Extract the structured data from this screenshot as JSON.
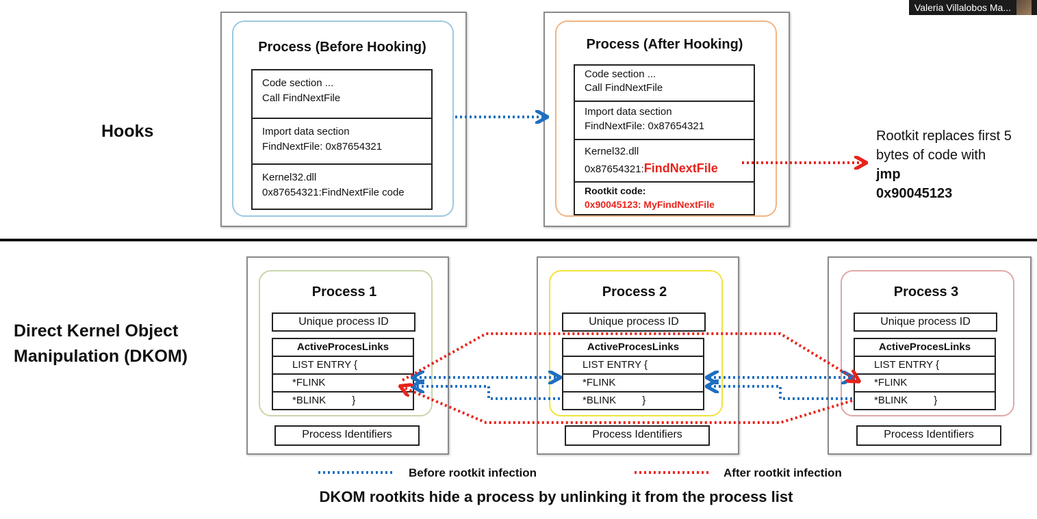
{
  "participant_badge": {
    "name": "Valeria Villalobos Ma..."
  },
  "hooks": {
    "section_label": "Hooks",
    "before": {
      "title": "Process (Before Hooking)",
      "cells": [
        [
          "Code section ...",
          "Call FindNextFile"
        ],
        [
          "Import data section",
          "FindNextFile: 0x87654321"
        ],
        [
          "Kernel32.dll",
          "0x87654321:FindNextFile code"
        ]
      ]
    },
    "after": {
      "title": "Process (After Hooking)",
      "cell1": [
        "Code section ...",
        "Call FindNextFile"
      ],
      "cell2": [
        "Import data section",
        "FindNextFile: 0x87654321"
      ],
      "cell3": {
        "line1": "Kernel32.dll",
        "addr": "0x87654321:",
        "func": "FindNextFile"
      },
      "cell4": {
        "label": "Rootkit code:",
        "value": "0x90045123: MyFindNextFile"
      }
    },
    "note": [
      "Rootkit replaces first 5",
      "bytes of code with",
      "jmp",
      "0x90045123"
    ]
  },
  "dkom": {
    "section_label": [
      "Direct Kernel Object",
      "Manipulation (DKOM)"
    ],
    "unique_id": "Unique process ID",
    "links_header": "ActiveProcesLinks",
    "list_entry": "LIST ENTRY {",
    "flink": "*FLINK",
    "blink": "*BLINK",
    "brace": "}",
    "identifiers": "Process Identifiers",
    "processes": [
      {
        "title": "Process 1"
      },
      {
        "title": "Process 2"
      },
      {
        "title": "Process 3"
      }
    ]
  },
  "legend": {
    "before": "Before rootkit infection",
    "after": "After rootkit infection"
  },
  "caption": "DKOM rootkits hide a process by unlinking it from the process list",
  "colors": {
    "blue": "#1f6fc1",
    "red": "#e8231c",
    "before_border": "#9cc8e0",
    "after_border": "#f2b483",
    "p1_border": "#c9d6a8",
    "p2_border": "#f2e23a",
    "p3_border": "#e0a7a7"
  }
}
